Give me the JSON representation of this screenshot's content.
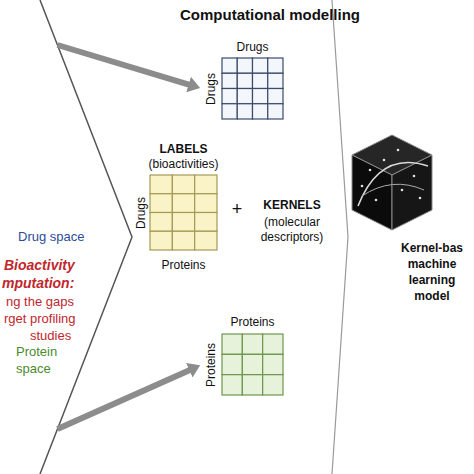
{
  "diagram": {
    "title": "Computational modelling",
    "nodes": [
      {
        "text": [
          "Drug space",
          "Bioactivity",
          "mputation:",
          "ng the gaps",
          "rget profiling",
          "studies",
          "Protein space"
        ]
      },
      {
        "text": [
          "Computational modelling"
        ]
      },
      {
        "text": [
          "Drugs",
          "Drugs"
        ],
        "in": 1
      },
      {
        "text": [
          "LABELS",
          "(bioactivities)",
          "Drugs",
          "Proteins"
        ],
        "in": 1
      },
      {
        "text": [
          "Proteins",
          "Proteins"
        ],
        "in": 1
      }
    ],
    "edges": [
      {
        "from": 0,
        "to": 2,
        "arrow": "to"
      },
      {
        "from": 0,
        "to": 4,
        "arrow": "to"
      }
    ],
    "labels": [
      "+",
      "KERNELS",
      "(molecular descriptors)",
      "Kernel-bas machine learning model"
    ]
  }
}
